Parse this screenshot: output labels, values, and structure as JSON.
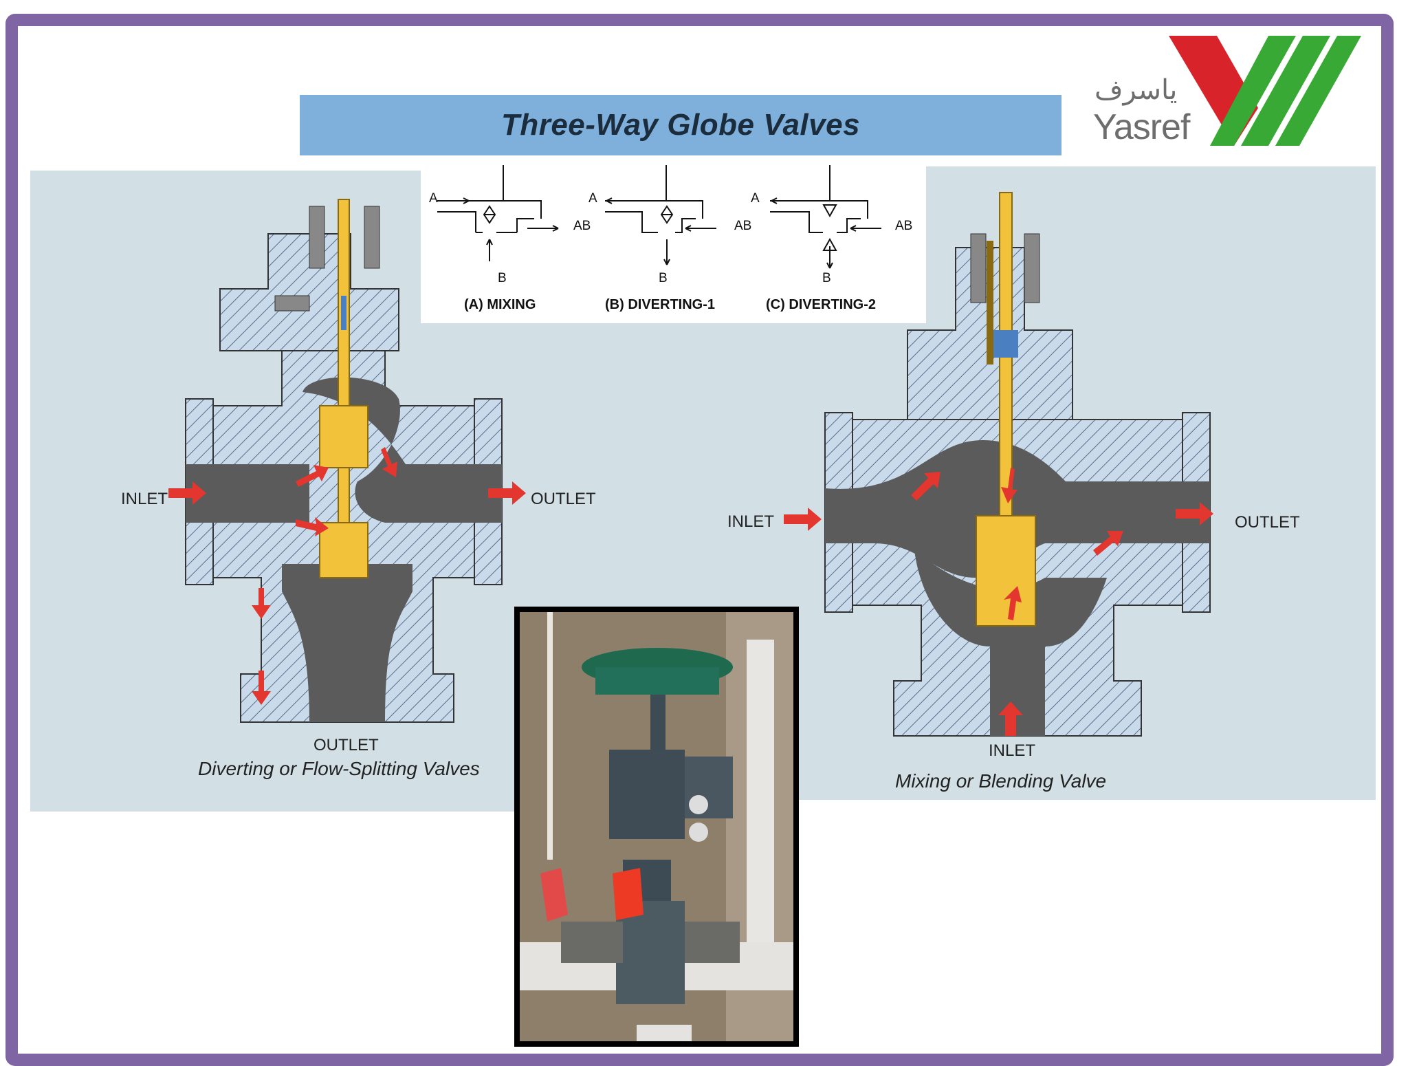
{
  "title": "Three-Way Globe Valves",
  "logo": {
    "arabic": "ياسرف",
    "latin": "Yasref",
    "colors": {
      "red": "#d8232a",
      "green": "#39a935"
    }
  },
  "symbols": {
    "port_a": "A",
    "port_b": "B",
    "port_ab": "AB",
    "captions": [
      "(A) MIXING",
      "(B) DIVERTING-1",
      "(C) DIVERTING-2"
    ]
  },
  "left_diagram": {
    "inlet": "INLET",
    "outlet_right": "OUTLET",
    "outlet_bottom": "OUTLET",
    "caption": "Diverting or Flow-Splitting Valves"
  },
  "right_diagram": {
    "inlet_left": "INLET",
    "outlet": "OUTLET",
    "inlet_bottom": "INLET",
    "caption": "Mixing or Blending Valve"
  },
  "colors": {
    "frame": "#7f65a3",
    "title_bar": "#7fb0dc",
    "panel": "#d2e0e6",
    "body_fill": "#c9daea",
    "stem": "#f2c23a",
    "flow": "#5b5b5b",
    "arrow": "#e2362f"
  }
}
